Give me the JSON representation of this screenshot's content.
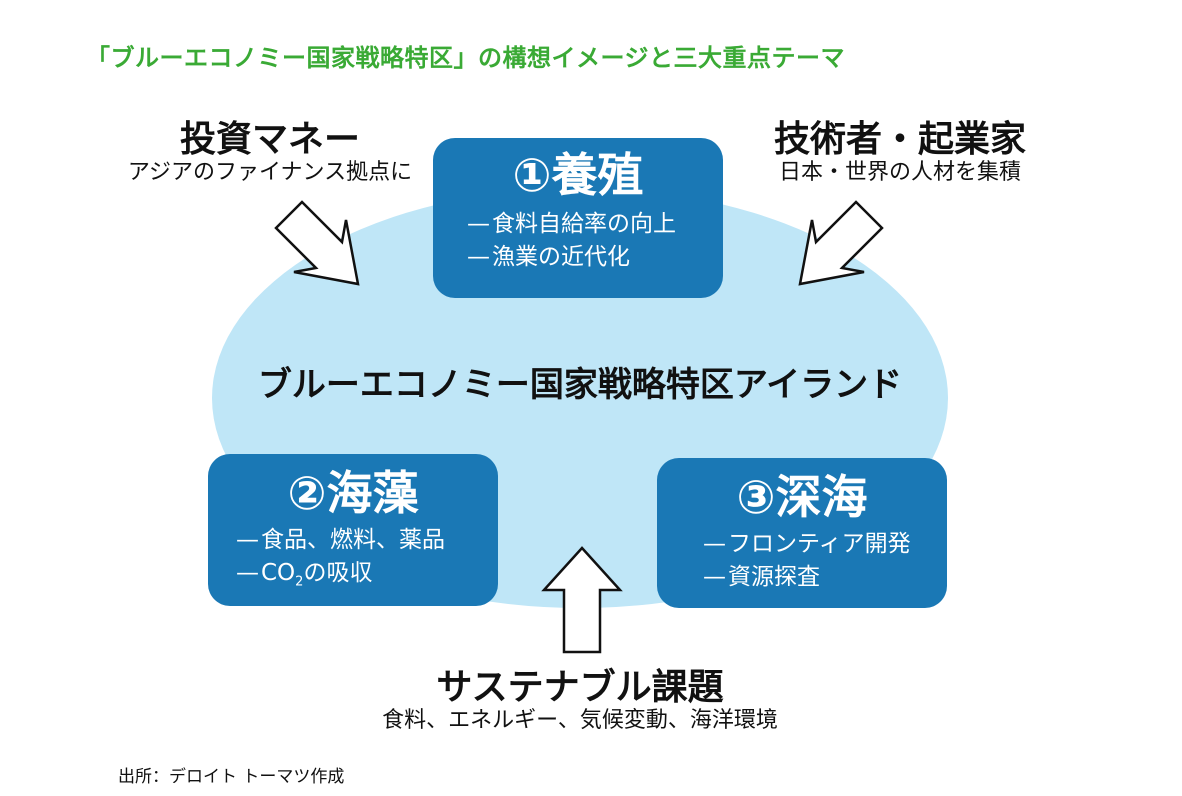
{
  "title": "「ブルーエコノミー国家戦略特区」の構想イメージと三大重点テーマ",
  "center": {
    "label": "ブルーエコノミー国家戦略特区アイランド"
  },
  "themes": [
    {
      "title": "①養殖",
      "items": [
        {
          "dash": "—",
          "text": "食料自給率の向上"
        },
        {
          "dash": "—",
          "text": "漁業の近代化"
        }
      ]
    },
    {
      "title": "②海藻",
      "items": [
        {
          "dash": "—",
          "text": "食品、燃料、薬品"
        },
        {
          "dash": "—",
          "co": "CO",
          "sub": "2",
          "rest": "の吸収"
        }
      ]
    },
    {
      "title": "③深海",
      "items": [
        {
          "dash": "—",
          "text": "フロンティア開発"
        },
        {
          "dash": "—",
          "text": "資源探査"
        }
      ]
    }
  ],
  "inputs": {
    "investment": {
      "title": "投資マネー",
      "subtitle": "アジアのファイナンス拠点に"
    },
    "talent": {
      "title": "技術者・起業家",
      "subtitle": "日本・世界の人材を集積"
    },
    "sustainability": {
      "title": "サステナブル課題",
      "subtitle": "食料、エネルギー、気候変動、海洋環境"
    }
  },
  "source": "出所：デロイト トーマツ作成",
  "colors": {
    "title_green": "#3aaa35",
    "box_blue": "#1a78b5",
    "ellipse_blue": "#bfe6f7",
    "text": "#111111"
  }
}
